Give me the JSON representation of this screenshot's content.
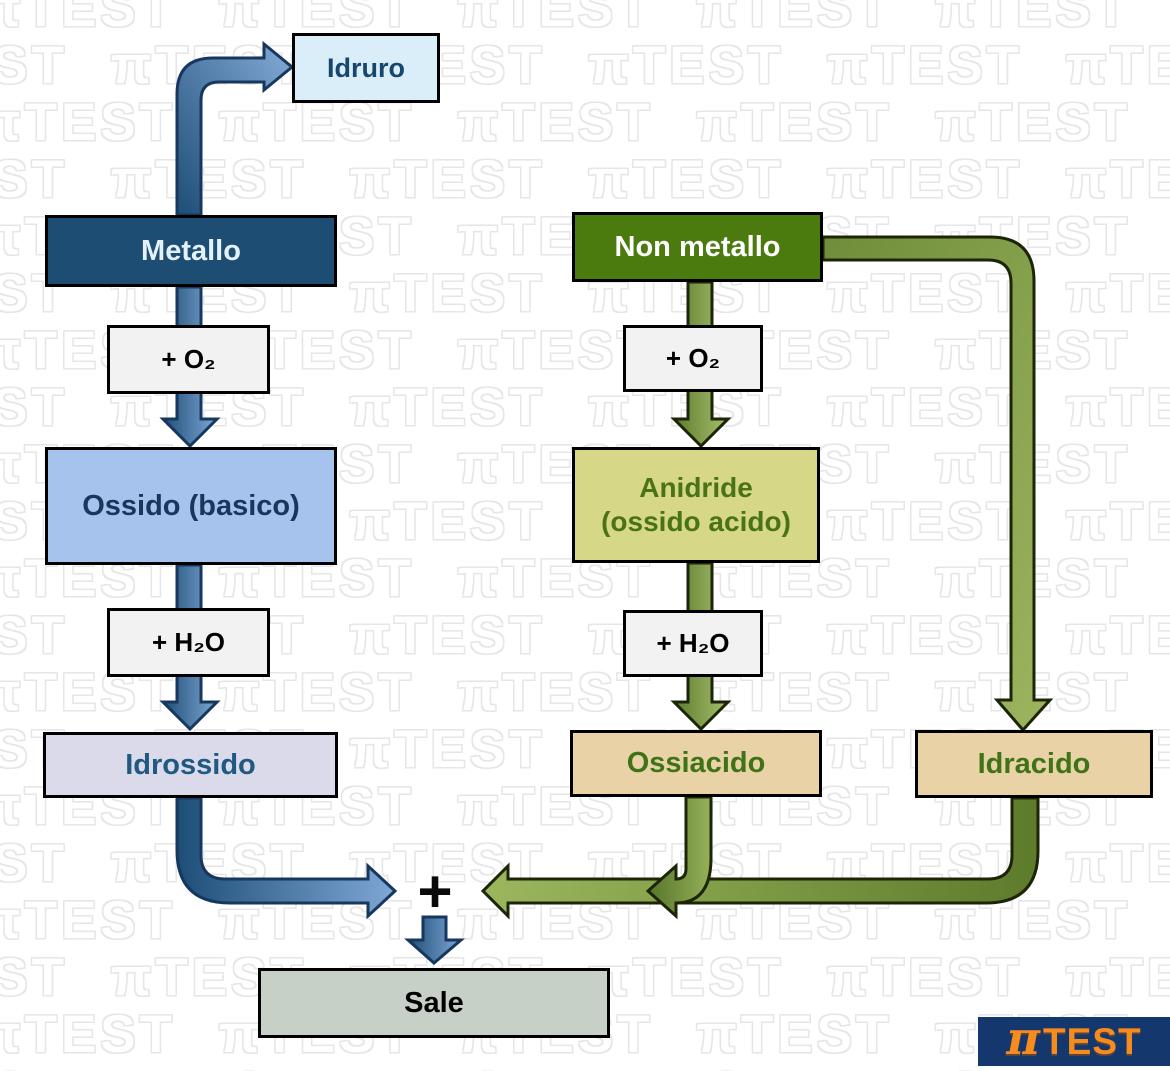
{
  "watermark": {
    "text": "πTEST",
    "outline_color": "#e6e6e6"
  },
  "diagram": {
    "nodes": {
      "idruro": {
        "label": "Idruro"
      },
      "metallo": {
        "label": "Metallo"
      },
      "plus_o2_left": {
        "label": "+ O₂"
      },
      "ossido": {
        "label": "Ossido (basico)"
      },
      "plus_h2o_left": {
        "label": "+ H₂O"
      },
      "idrossido": {
        "label": "Idrossido"
      },
      "non_metallo": {
        "label": "Non metallo"
      },
      "plus_o2_right": {
        "label": "+ O₂"
      },
      "anidride": {
        "label_line1": "Anidride",
        "label_line2": "(ossido acido)"
      },
      "plus_h2o_right": {
        "label": "+ H₂O"
      },
      "ossiacido": {
        "label": "Ossiacido"
      },
      "idracido": {
        "label": "Idracido"
      },
      "sale": {
        "label": "Sale"
      }
    },
    "junction_plus": "+",
    "edges": [
      {
        "from": "metallo",
        "to": "idruro"
      },
      {
        "from": "metallo",
        "to": "ossido",
        "via": "+ O₂"
      },
      {
        "from": "ossido",
        "to": "idrossido",
        "via": "+ H₂O"
      },
      {
        "from": "idrossido",
        "to": "plus-junction"
      },
      {
        "from": "non_metallo",
        "to": "anidride",
        "via": "+ O₂"
      },
      {
        "from": "anidride",
        "to": "ossiacido",
        "via": "+ H₂O"
      },
      {
        "from": "non_metallo",
        "to": "idracido"
      },
      {
        "from": "ossiacido",
        "to": "plus-junction"
      },
      {
        "from": "idracido",
        "to": "plus-junction"
      },
      {
        "from": "plus-junction",
        "to": "sale"
      }
    ],
    "palette": {
      "background": "#ffffff",
      "box_border": "#000000",
      "metallo_fill": "#1d4d72",
      "metallo_text": "#e3f1fa",
      "idruro_fill": "#d9eef9",
      "idruro_text": "#17476e",
      "ossido_fill": "#a6c3ee",
      "ossido_text": "#17375d",
      "idrossido_fill": "#dbdaeb",
      "idrossido_text": "#1f5880",
      "operator_fill": "#f2f2f2",
      "operator_text": "#000000",
      "non_metallo_fill": "#4b7a0f",
      "non_metallo_text": "#ffffff",
      "anidride_fill": "#d6d787",
      "anidride_text": "#4a7316",
      "acid_fill": "#e8d2a6",
      "acid_text": "#3e7317",
      "sale_fill": "#c6d0c6",
      "sale_text": "#000000",
      "blue_arrow_dark": "#1d4e77",
      "blue_arrow_light": "#7fa7d6",
      "green_arrow_dark": "#5d7b2b",
      "green_arrow_light": "#a6c06f"
    }
  },
  "logo": {
    "pi": "π",
    "text": "TEST",
    "bg": "#14386e",
    "orange": "#f78c1e"
  }
}
